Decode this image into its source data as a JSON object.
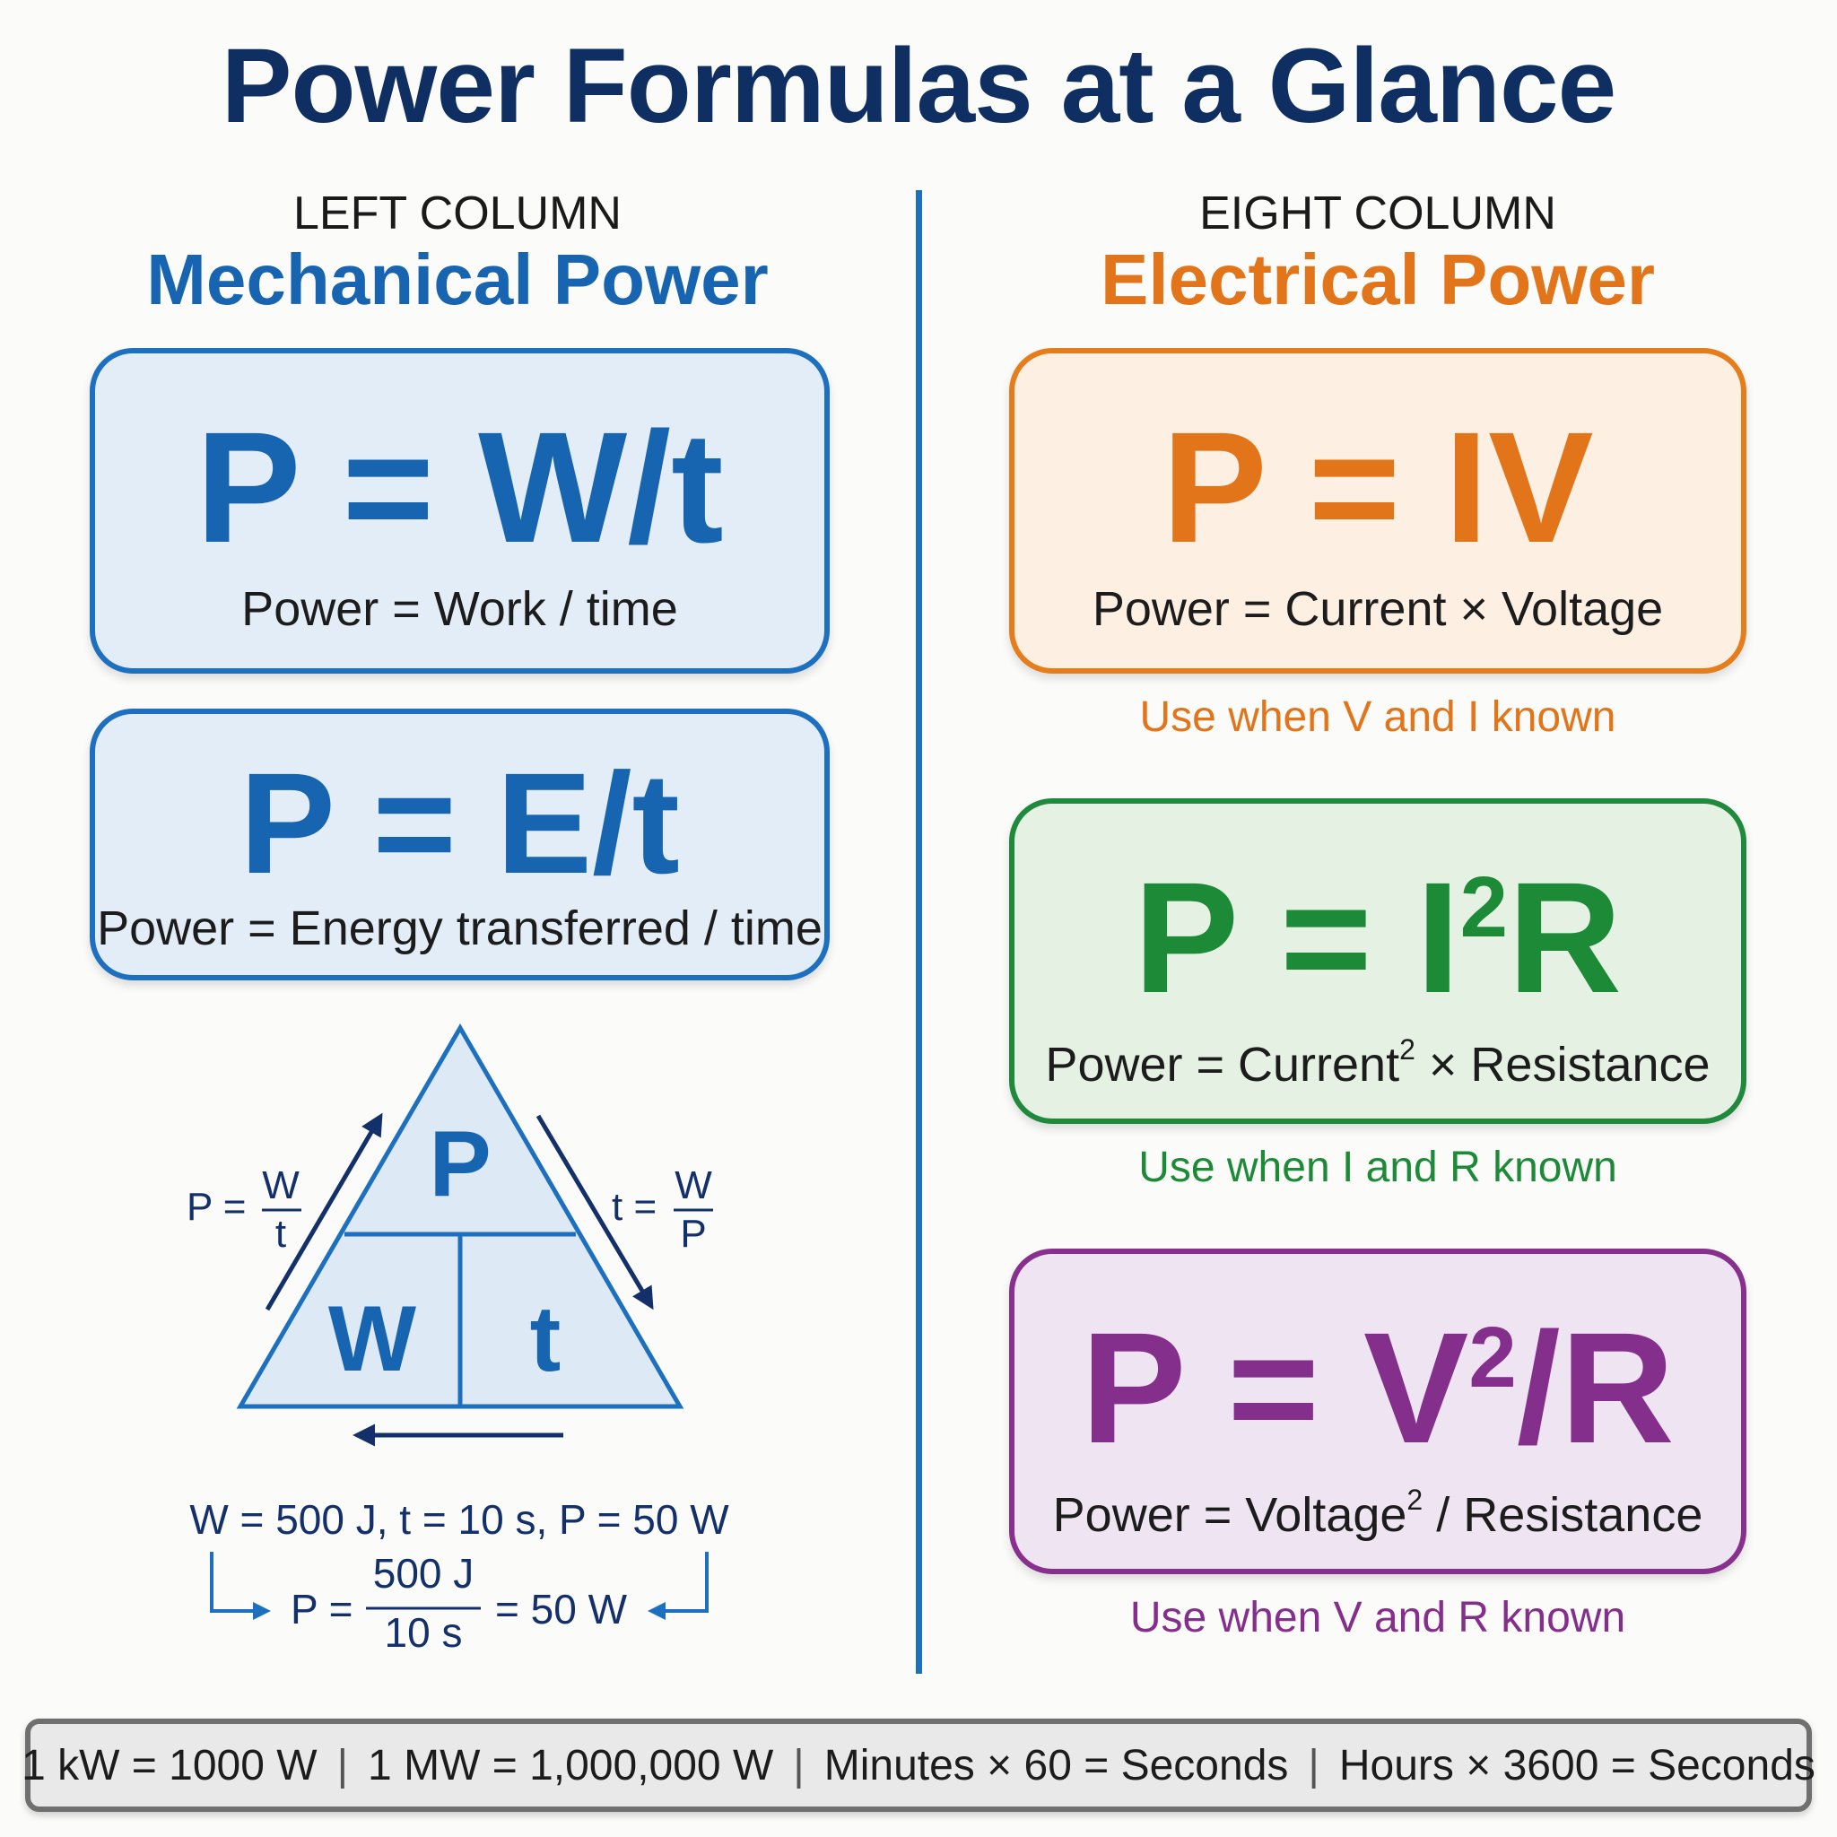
{
  "title": "Power Formulas at a Glance",
  "left": {
    "column_label": "LEFT COLUMN",
    "heading": "Mechanical Power",
    "cards": [
      {
        "formula": "P = W/t",
        "description": "Power = Work / time"
      },
      {
        "formula": "P = E/t",
        "description": "Power = Energy transferred / time"
      }
    ],
    "triangle": {
      "top": "P",
      "bottom_left": "W",
      "bottom_right": "t",
      "left_formula": {
        "lhs": "P =",
        "numerator": "W",
        "denominator": "t"
      },
      "right_formula": {
        "lhs": "t =",
        "numerator": "W",
        "denominator": "P"
      }
    },
    "example": {
      "given": "W = 500 J, t = 10 s, P = 50 W",
      "lhs": "P =",
      "numerator": "500 J",
      "denominator": "10 s",
      "result": "= 50 W"
    }
  },
  "right": {
    "column_label": "EIGHT COLUMN",
    "heading": "Electrical Power",
    "cards": [
      {
        "formula_main": "P = IV",
        "description": "Power = Current × Voltage",
        "note": "Use when V and I known"
      },
      {
        "formula_pre": "P = I",
        "formula_sup": "2",
        "formula_post": "R",
        "desc_pre": "Power = Current",
        "desc_sup": "2",
        "desc_post": " × Resistance",
        "note": "Use when I and R known"
      },
      {
        "formula_pre": "P = V",
        "formula_sup": "2",
        "formula_post": "/R",
        "desc_pre": "Power = Voltage",
        "desc_sup": "2",
        "desc_post": " / Resistance",
        "note": "Use when V and R known"
      }
    ]
  },
  "conversions": [
    "1 kW = 1000 W",
    "1 MW = 1,000,000 W",
    "Minutes × 60 = Seconds",
    "Hours × 3600 = Seconds"
  ],
  "colors": {
    "title": "#0f2f63",
    "mechanical": "#1764b0",
    "electrical": "#e2741a",
    "green": "#1d8a38",
    "purple": "#842f8c",
    "navy": "#14306a"
  }
}
